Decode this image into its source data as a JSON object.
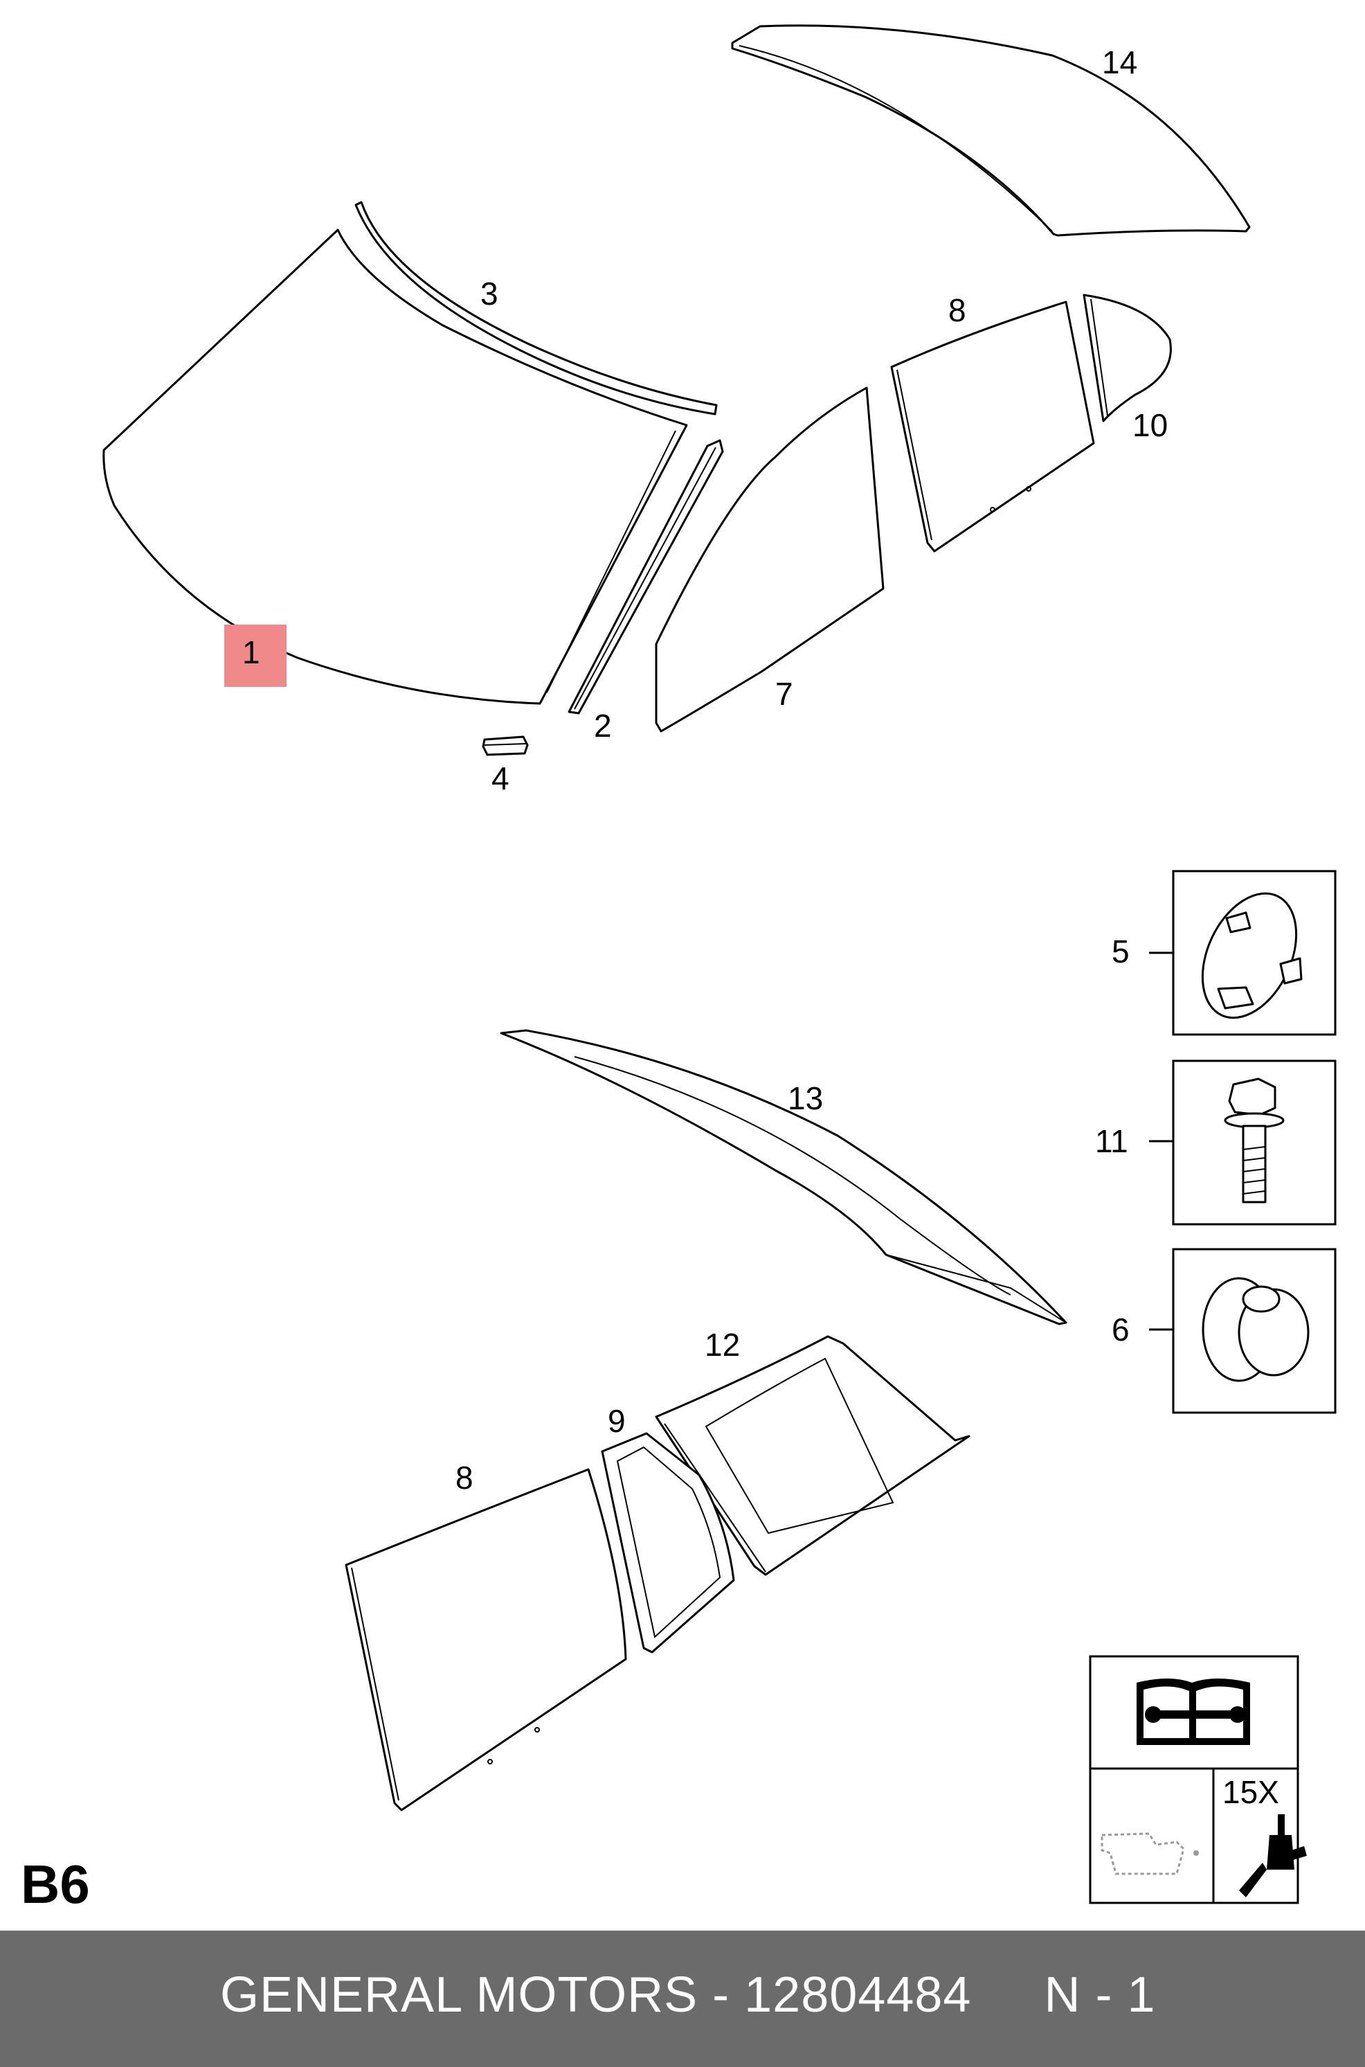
{
  "callouts": {
    "windshield": "1",
    "pillar_molding": "2",
    "top_molding": "3",
    "spacer_block": "4",
    "fastener_clip": "5",
    "grommet": "6",
    "front_door_glass": "7",
    "rear_door_glass_upper": "8",
    "quarter_vent_glass": "10",
    "bolt": "11",
    "rear_door_glass_lower": "8",
    "corner_glass": "9",
    "quarter_window": "12",
    "rear_window": "13",
    "roof_glass": "14"
  },
  "highlighted_callout": "1",
  "highlight_color": "#f08a8a",
  "quantity_label": "15X",
  "section_label": "B6",
  "footer": {
    "text": "GENERAL MOTORS - 12804484     N - 1",
    "background": "#6b6b6b",
    "color": "#ffffff"
  },
  "icons": [
    "service-manual-wrench-icon",
    "fluid-container-icon",
    "sealant-gun-icon"
  ]
}
